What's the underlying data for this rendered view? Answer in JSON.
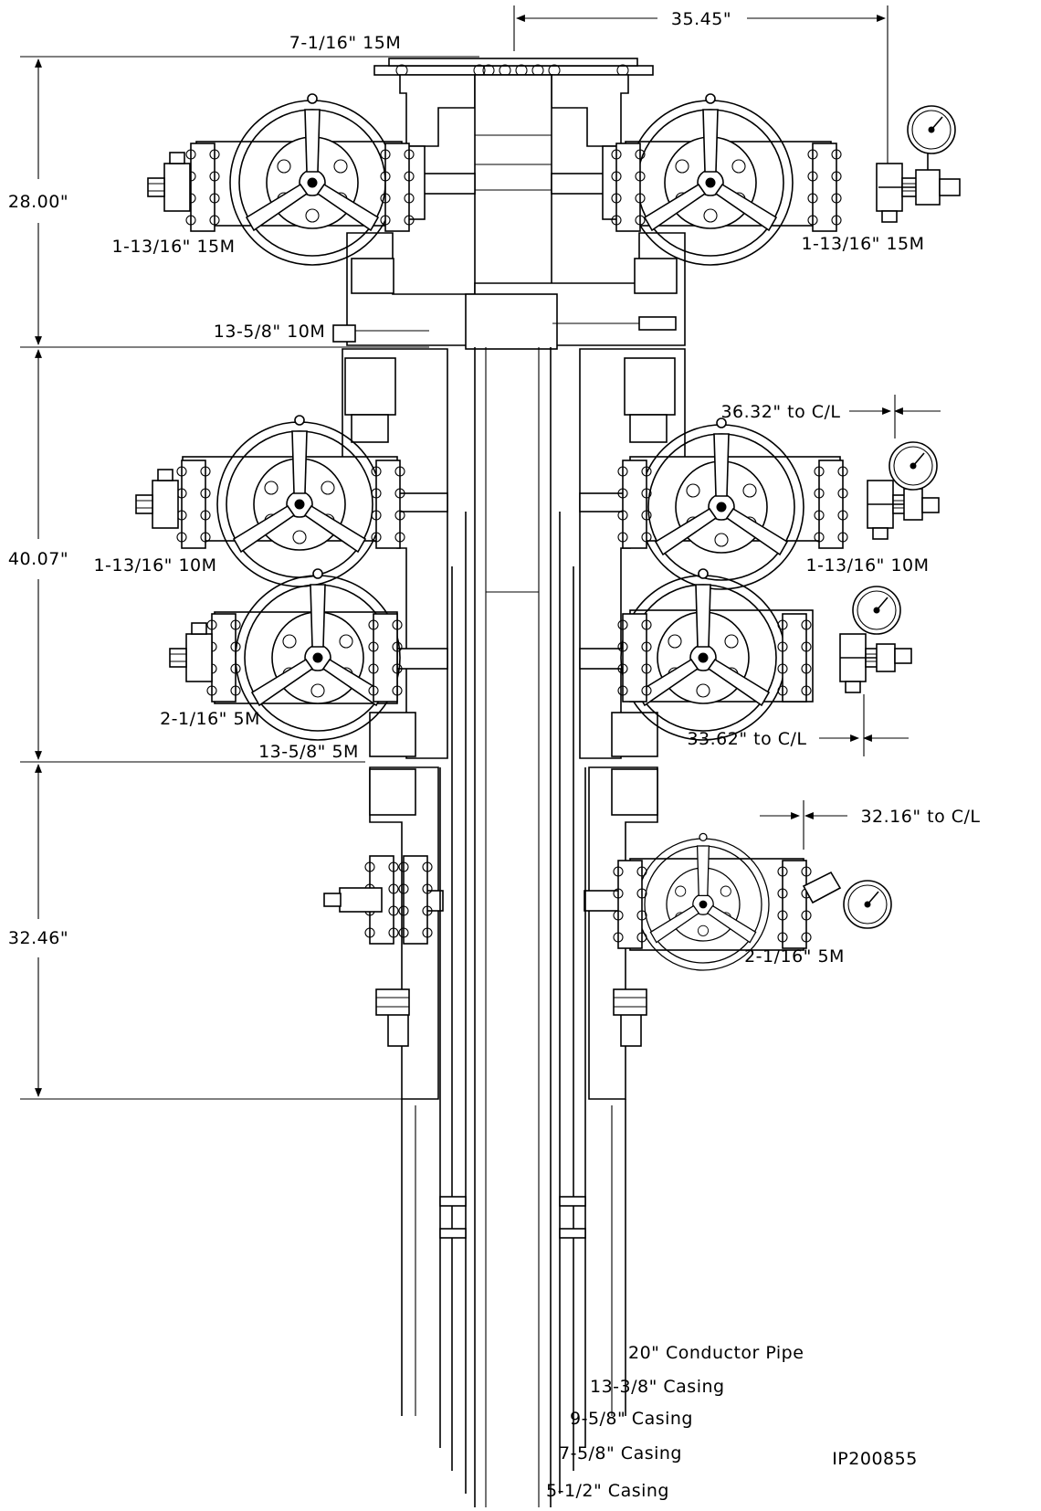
{
  "drawing": {
    "id": "IP200855",
    "dimensions": {
      "overall_width": "35.45\"",
      "section_1_height": "28.00\"",
      "section_2_height": "40.07\"",
      "section_3_height": "32.46\"",
      "offset_1": "36.32\" to C/L",
      "offset_2": "33.62\" to C/L",
      "offset_3": "32.16\" to C/L"
    },
    "flange_labels": {
      "top": "7-1/16\" 15M",
      "tubing_spool": "13-5/8\" 10M",
      "casing_spool": "13-5/8\" 5M"
    },
    "valve_labels": {
      "upper_left": "1-13/16\" 15M",
      "upper_right": "1-13/16\" 15M",
      "middle_left": "1-13/16\" 10M",
      "middle_right": "1-13/16\" 10M",
      "lower_left": "2-1/16\" 5M",
      "bottom_right": "2-1/16\" 5M"
    },
    "casing_labels": [
      "20\" Conductor Pipe",
      "13-3/8\" Casing",
      "9-5/8\" Casing",
      "7-5/8\" Casing",
      "5-1/2\" Casing"
    ]
  }
}
